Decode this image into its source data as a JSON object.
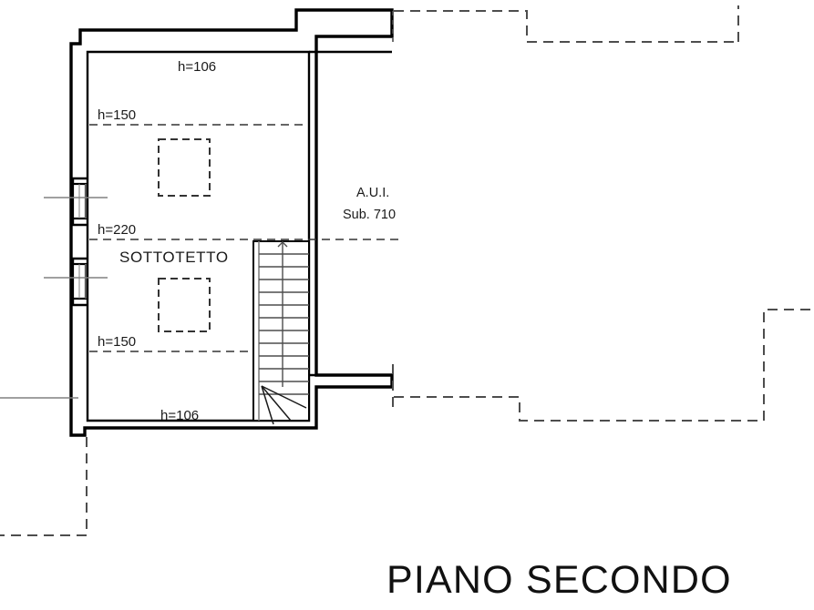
{
  "drawing": {
    "title": "PIANO SECONDO",
    "unit_label_1": "A.U.I.",
    "unit_label_2": "Sub. 710",
    "room_label": "SOTTOTETTO",
    "heights": {
      "top_eave": "h=106",
      "upper_150": "h=150",
      "ridge_220": "h=220",
      "lower_150": "h=150",
      "bottom_eave": "h=106"
    },
    "colors": {
      "wall": "#000000",
      "thin_line": "#808080",
      "dashed_boundary": "#4d4d4d",
      "text": "#1a1a1a",
      "background": "#ffffff"
    }
  }
}
